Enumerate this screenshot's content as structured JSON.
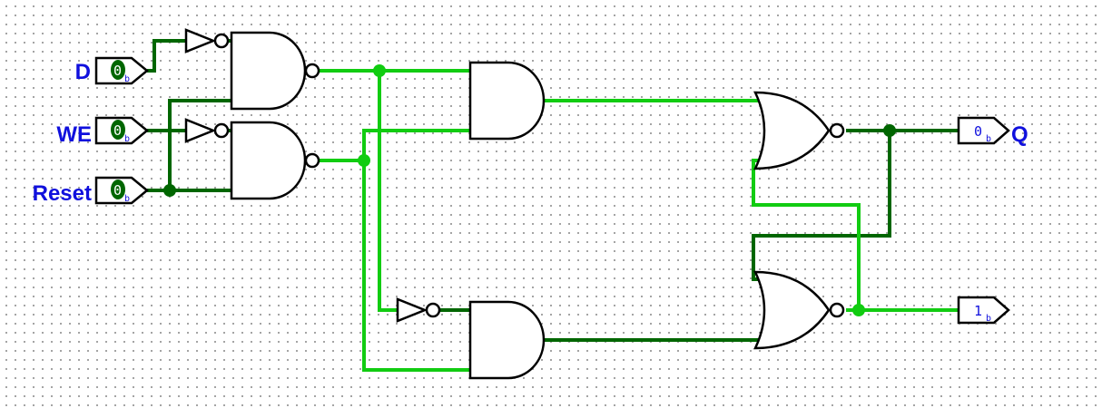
{
  "colors": {
    "wire_on": "#11cc11",
    "wire_off": "#006600",
    "label": "#1010dd",
    "gate_stroke": "#000000",
    "input_fill_dot": "#006600"
  },
  "inputs": [
    {
      "label": "D",
      "value": "0",
      "suffix": "b"
    },
    {
      "label": "WE",
      "value": "0",
      "suffix": "b"
    },
    {
      "label": "Reset",
      "value": "0",
      "suffix": "b"
    }
  ],
  "outputs": [
    {
      "label": "Q",
      "value": "0",
      "suffix": "b"
    },
    {
      "label": "",
      "value": "1",
      "suffix": "b"
    }
  ]
}
